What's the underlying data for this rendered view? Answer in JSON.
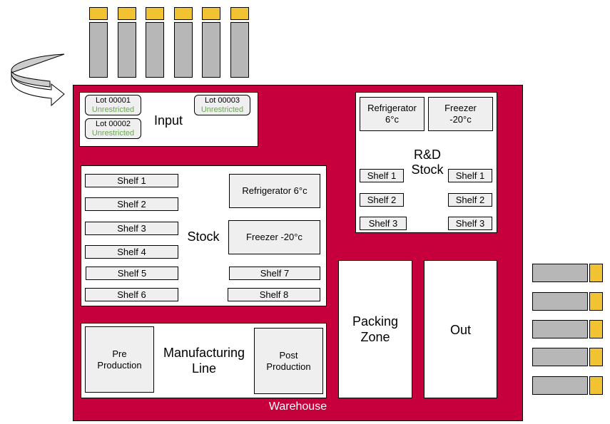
{
  "colors": {
    "warehouse": "#c6003c",
    "truck_cab": "#f1c232",
    "truck_body": "#b7b7b7",
    "status_unrestricted": "#6aa84f",
    "box_fill": "#efefef"
  },
  "warehouse": {
    "label": "Warehouse"
  },
  "input": {
    "label": "Input",
    "lots": [
      {
        "name": "Lot 00001",
        "status": "Unrestricted"
      },
      {
        "name": "Lot 00002",
        "status": "Unrestricted"
      },
      {
        "name": "Lot 00003",
        "status": "Unrestricted"
      }
    ]
  },
  "rd_stock": {
    "label_line1": "R&D",
    "label_line2": "Stock",
    "refrigerator": {
      "line1": "Refrigerator",
      "line2": "6°c"
    },
    "freezer": {
      "line1": "Freezer",
      "line2": "-20°c"
    },
    "left_shelves": [
      "Shelf 1",
      "Shelf 2",
      "Shelf 3"
    ],
    "right_shelves": [
      "Shelf 1",
      "Shelf 2",
      "Shelf 3"
    ]
  },
  "stock": {
    "label": "Stock",
    "left_shelves": [
      "Shelf 1",
      "Shelf 2",
      "Shelf 3",
      "Shelf 4",
      "Shelf 5",
      "Shelf 6"
    ],
    "refrigerator": "Refrigerator 6°c",
    "freezer": "Freezer -20°c",
    "right_shelves": [
      "Shelf 7",
      "Shelf 8"
    ]
  },
  "manufacturing": {
    "label_line1": "Manufacturing",
    "label_line2": "Line",
    "pre": {
      "line1": "Pre",
      "line2": "Production"
    },
    "post": {
      "line1": "Post",
      "line2": "Production"
    }
  },
  "packing": {
    "line1": "Packing",
    "line2": "Zone"
  },
  "out": {
    "label": "Out"
  },
  "inbound_trucks_count": 6,
  "outbound_trucks_count": 5,
  "icons": {
    "return_arrow": "curved-arrow-icon",
    "truck": "truck-icon"
  }
}
